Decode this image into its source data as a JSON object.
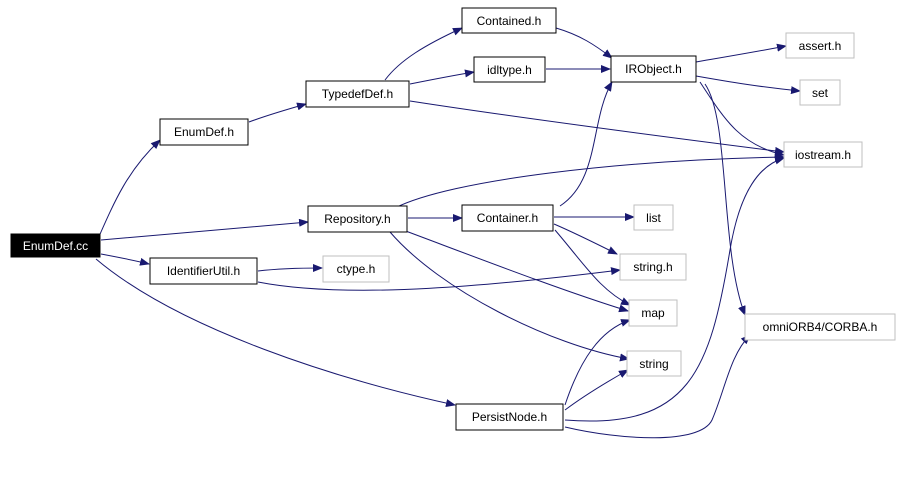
{
  "nodes": {
    "enumdef_cc": "EnumDef.cc",
    "enumdef_h": "EnumDef.h",
    "typedefdef_h": "TypedefDef.h",
    "contained_h": "Contained.h",
    "idltype_h": "idltype.h",
    "irobject_h": "IRObject.h",
    "assert_h": "assert.h",
    "set": "set",
    "iostream_h": "iostream.h",
    "repository_h": "Repository.h",
    "container_h": "Container.h",
    "list": "list",
    "identifierutil_h": "IdentifierUtil.h",
    "ctype_h": "ctype.h",
    "string_h": "string.h",
    "map": "map",
    "omniorb4_corba_h": "omniORB4/CORBA.h",
    "string": "string",
    "persistnode_h": "PersistNode.h"
  },
  "colors": {
    "edge": "#191970",
    "box_border_internal": "#000000",
    "box_border_external": "#bfbfbf",
    "root_fill": "#000000",
    "root_text": "#ffffff"
  }
}
